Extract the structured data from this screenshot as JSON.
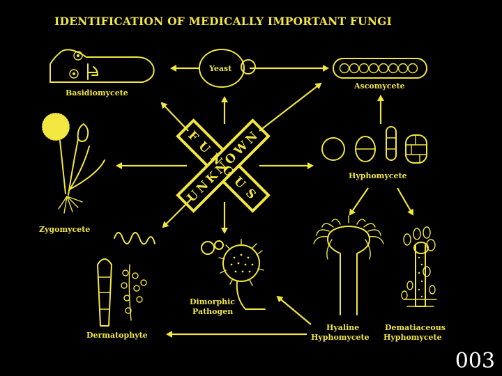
{
  "title": "IDENTIFICATION OF MEDICALLY IMPORTANT FUNGI",
  "center": {
    "line1": "FUNGUS",
    "line2": "UNKNOWN"
  },
  "labels": {
    "yeast": "Yeast",
    "basidiomycete": "Basidiomycete",
    "ascomycete": "Ascomycete",
    "zygomycete": "Zygomycete",
    "hyphomycete": "Hyphomycete",
    "dermatophyte": "Dermatophyte",
    "dimorphic_1": "Dimorphic",
    "dimorphic_2": "Pathogen",
    "hyaline_1": "Hyaline",
    "hyaline_2": "Hyphomycete",
    "dematiaceous_1": "Dematiaceous",
    "dematiaceous_2": "Hyphomycete"
  },
  "slide_number": "003",
  "colors": {
    "foreground": "#f2e640",
    "background": "#000000",
    "slide_number": "#ffffff"
  }
}
